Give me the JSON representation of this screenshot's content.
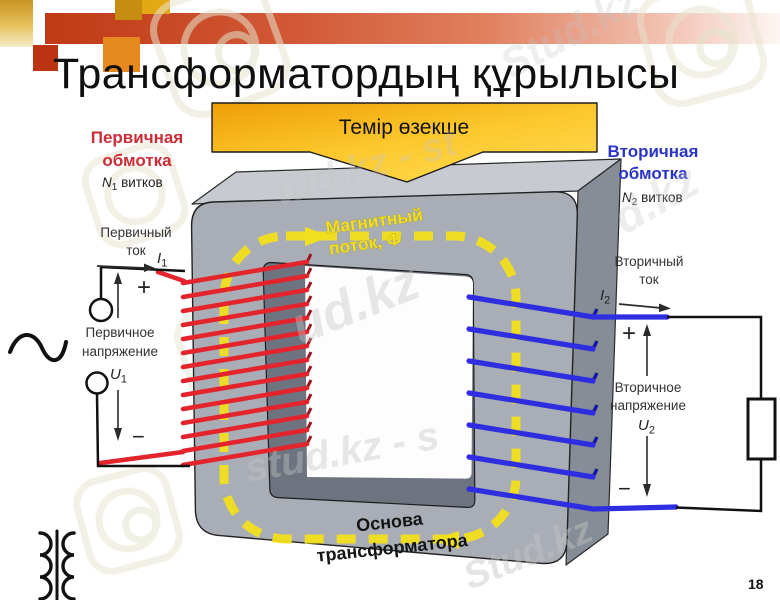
{
  "title": "Трансформатордың құрылысы",
  "page_number": "18",
  "callout": {
    "label": "Темір өзекше"
  },
  "flux": {
    "line1": "Магнитный",
    "line2": "поток, Ф"
  },
  "base": {
    "line1": "Основа",
    "line2": "трансформатора"
  },
  "primary": {
    "winding_line1": "Первичная",
    "winding_line2": "обмотка",
    "turns_symbol": "N",
    "turns_sub": "1",
    "turns_word": " витков",
    "current_line1": "Первичный",
    "current_line2": "ток",
    "current_symbol": "I",
    "current_sub": "1",
    "voltage_line1": "Первичное",
    "voltage_line2": "напряжение",
    "voltage_symbol": "U",
    "voltage_sub": "1",
    "plus": "+",
    "minus": "−"
  },
  "secondary": {
    "winding_line1": "Вторичная",
    "winding_line2": "обмотка",
    "turns_symbol": "N",
    "turns_sub": "2",
    "turns_word": " витков",
    "current_line1": "Вторичный",
    "current_line2": "ток",
    "current_symbol": "I",
    "current_sub": "2",
    "voltage_line1": "Вторичное",
    "voltage_line2": "напряжение",
    "voltage_symbol": "U",
    "voltage_sub": "2",
    "plus": "+",
    "minus": "−"
  },
  "watermarks": [
    "Stud.kz",
    "tud.kz - st",
    "ud.kz",
    "stud.kz - s",
    "Stud.kz",
    "d.kz"
  ],
  "colors": {
    "accent_bar": "#bf3a14",
    "primary_red": "#cb2c35",
    "secondary_blue": "#2a35c8",
    "flux_yellow": "#f2df1d",
    "core_gray": "#a9aeb6",
    "callout_orange": "#ef9f00"
  }
}
